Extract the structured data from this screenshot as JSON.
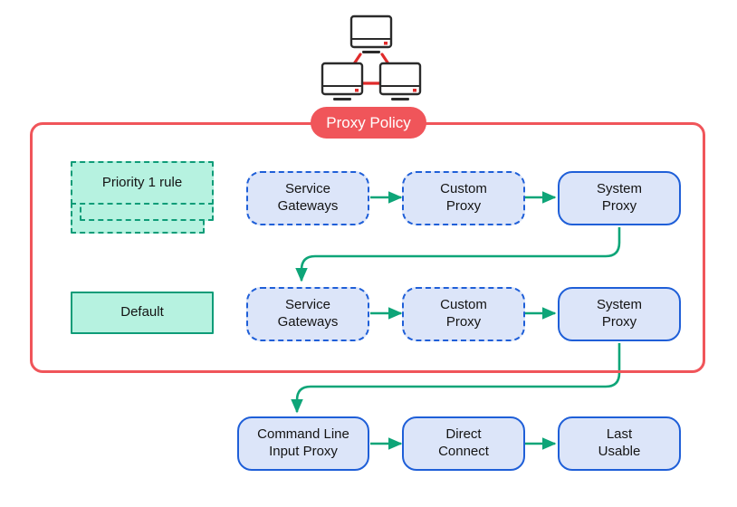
{
  "diagram": {
    "title": "Proxy Policy",
    "policy_label": "Proxy Policy",
    "icon": "network-topology-icon",
    "colors": {
      "frame_red": "#f0555a",
      "pill_red": "#f0555a",
      "node_blue_border": "#1f5fd8",
      "node_blue_fill": "#dce5f9",
      "mint_border": "#0e9c78",
      "mint_fill": "#b6f2e0",
      "arrow_green": "#0ea578",
      "text_dark": "#141414",
      "icon_dark": "#2b2b2b",
      "icon_red": "#e02b2b"
    }
  },
  "rules": [
    {
      "id": "priority-1-rule",
      "label": "Priority 1 rule",
      "style": "mint-dashed-stack",
      "stacked": true
    },
    {
      "id": "default-rule",
      "label": "Default",
      "style": "mint-solid",
      "stacked": false
    }
  ],
  "rows": [
    {
      "id": "row-priority-1",
      "rule": "Priority 1 rule",
      "nodes": [
        {
          "id": "service-gateways-1",
          "label": "Service\nGateways",
          "style": "blue-dashed"
        },
        {
          "id": "custom-proxy-1",
          "label": "Custom\nProxy",
          "style": "blue-dashed"
        },
        {
          "id": "system-proxy-1",
          "label": "System\nProxy",
          "style": "blue-solid"
        }
      ]
    },
    {
      "id": "row-default",
      "rule": "Default",
      "nodes": [
        {
          "id": "service-gateways-2",
          "label": "Service\nGateways",
          "style": "blue-dashed"
        },
        {
          "id": "custom-proxy-2",
          "label": "Custom\nProxy",
          "style": "blue-dashed"
        },
        {
          "id": "system-proxy-2",
          "label": "System\nProxy",
          "style": "blue-solid"
        }
      ]
    },
    {
      "id": "row-fallback",
      "rule": "",
      "nodes": [
        {
          "id": "command-line-input-proxy",
          "label": "Command Line\nInput Proxy",
          "style": "blue-solid"
        },
        {
          "id": "direct-connect",
          "label": "Direct\nConnect",
          "style": "blue-solid"
        },
        {
          "id": "last-usable",
          "label": "Last\nUsable",
          "style": "blue-solid"
        }
      ]
    }
  ],
  "connections": [
    {
      "from": "service-gateways-1",
      "to": "custom-proxy-1",
      "kind": "straight"
    },
    {
      "from": "custom-proxy-1",
      "to": "system-proxy-1",
      "kind": "straight"
    },
    {
      "from": "system-proxy-1",
      "to": "service-gateways-2",
      "kind": "loop-back"
    },
    {
      "from": "service-gateways-2",
      "to": "custom-proxy-2",
      "kind": "straight"
    },
    {
      "from": "custom-proxy-2",
      "to": "system-proxy-2",
      "kind": "straight"
    },
    {
      "from": "system-proxy-2",
      "to": "command-line-input-proxy",
      "kind": "loop-back"
    },
    {
      "from": "command-line-input-proxy",
      "to": "direct-connect",
      "kind": "straight"
    },
    {
      "from": "direct-connect",
      "to": "last-usable",
      "kind": "straight"
    }
  ]
}
